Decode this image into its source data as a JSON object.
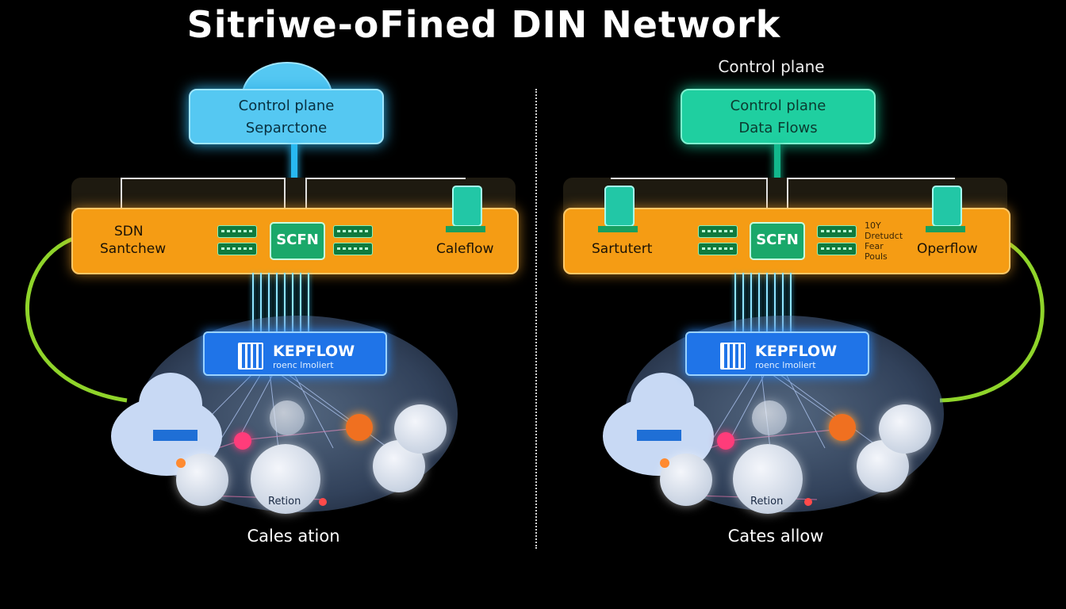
{
  "title": "Sitriwe-oFined DIN Network",
  "left": {
    "control_title": "Control plane",
    "control_sub": "Separctone",
    "band_label_1": "SDN",
    "band_label_2": "Santchew",
    "chip_label": "SCFN",
    "band_right_label": "Caleflow",
    "kep_title": "KEPFLOW",
    "kep_sub": "roenc lmoliert",
    "node_label": "Retion",
    "bottom_label": "Cales ation"
  },
  "right": {
    "top_label": "Control plane",
    "control_title": "Control plane",
    "control_sub": "Data Flows",
    "band_left_label": "Sartutert",
    "chip_label": "SCFN",
    "side_note_1": "10Y",
    "side_note_2": "Dretudct",
    "side_note_3": "Fear",
    "side_note_4": "Pouls",
    "band_right_label": "Operflow",
    "kep_title": "KEPFLOW",
    "kep_sub": "roenc lmoliert",
    "node_label": "Retion",
    "bottom_label": "Cates allow"
  },
  "colors": {
    "cloud_blue": "#55c8f2",
    "teal": "#1fcfa0",
    "orange_band": "#f59c14",
    "kep_blue": "#1f74e8",
    "green_arc": "#8fd42a"
  }
}
